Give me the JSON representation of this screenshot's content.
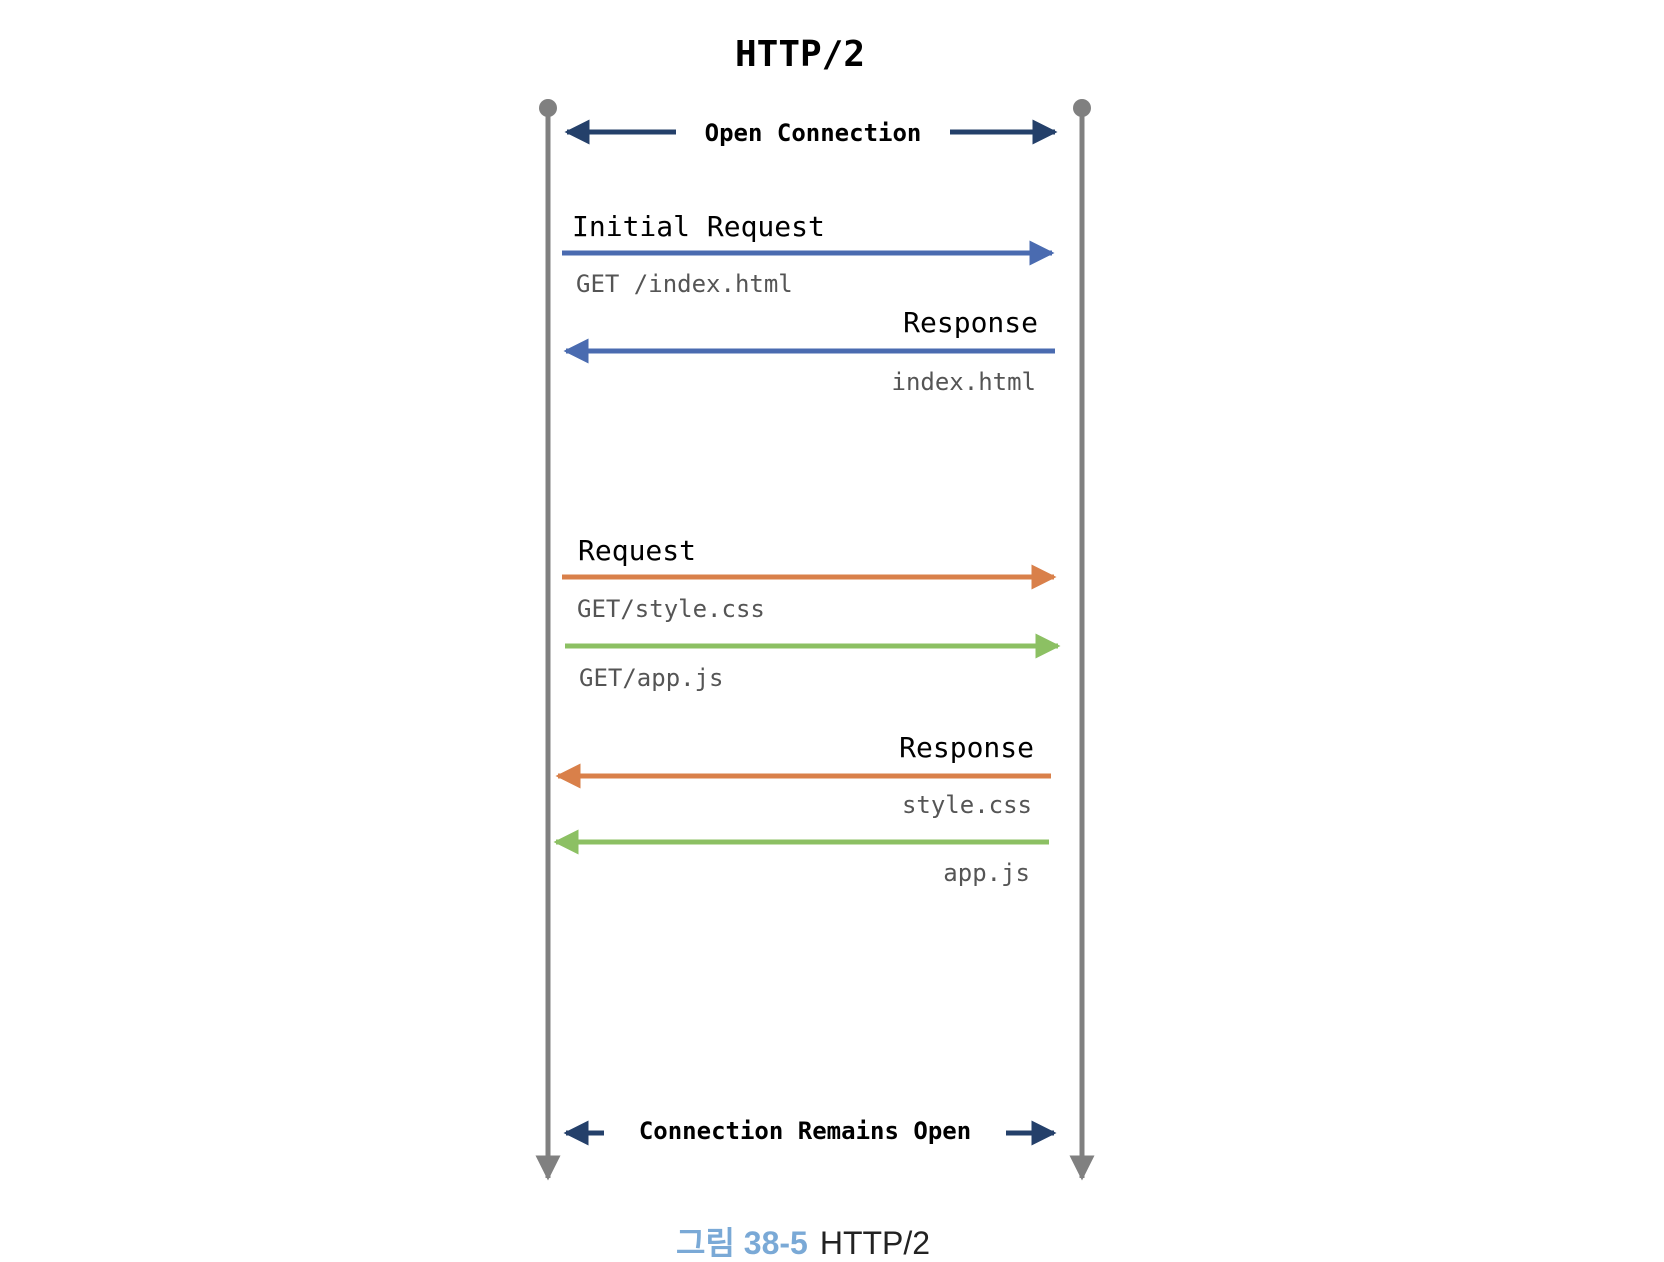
{
  "title": "HTTP/2",
  "open_connection": "Open Connection",
  "connection_remains_open": "Connection Remains Open",
  "messages": [
    {
      "label": "Initial Request",
      "detail": "GET /index.html",
      "direction": "client-to-server",
      "color": "#4a6bb0"
    },
    {
      "label": "Response",
      "detail": "index.html",
      "direction": "server-to-client",
      "color": "#4a6bb0"
    },
    {
      "label": "Request",
      "detail": "GET/style.css",
      "direction": "client-to-server",
      "color": "#d9804a"
    },
    {
      "label": "",
      "detail": "GET/app.js",
      "direction": "client-to-server",
      "color": "#8cc063"
    },
    {
      "label": "Response",
      "detail": "style.css",
      "direction": "server-to-client",
      "color": "#d9804a"
    },
    {
      "label": "",
      "detail": "app.js",
      "direction": "server-to-client",
      "color": "#8cc063"
    }
  ],
  "colors": {
    "lifeline": "#808080",
    "connection_arrow": "#24406a",
    "caption_number": "#7aa9d6"
  },
  "caption": {
    "number": "그림 38-5",
    "text": "HTTP/2"
  }
}
